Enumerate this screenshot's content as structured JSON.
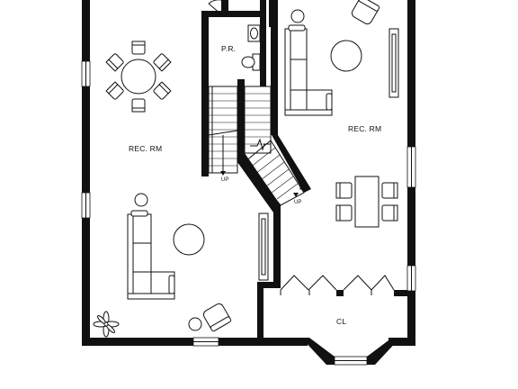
{
  "rooms": {
    "rec_room_left": "REC. RM",
    "rec_room_right": "REC. RM",
    "powder_room": "P.R.",
    "closet": "CL"
  },
  "stairs": {
    "up_left": "UP",
    "up_right": "UP"
  },
  "colors": {
    "wall": "#111111",
    "background": "#ffffff"
  }
}
